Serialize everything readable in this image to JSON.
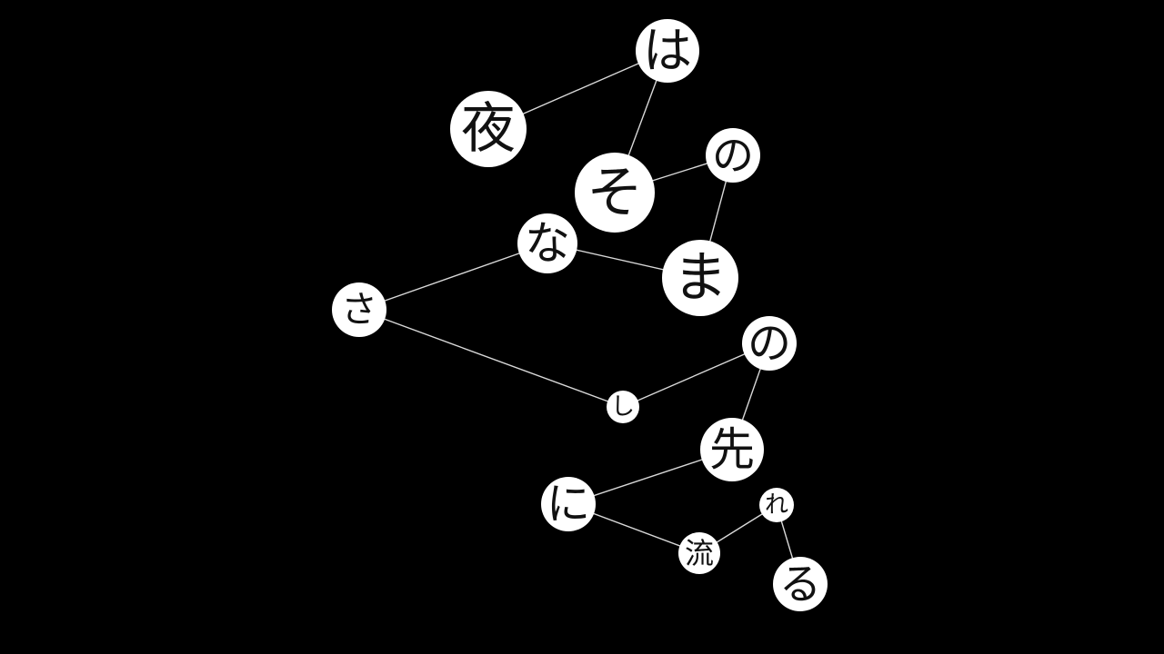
{
  "colors": {
    "background": "#000000",
    "node_fill": "#ffffff",
    "glyph": "#111111",
    "link": "#d8d8d8"
  },
  "nodes": [
    {
      "char": "は"
    },
    {
      "char": "夜"
    },
    {
      "char": "そ"
    },
    {
      "char": "の"
    },
    {
      "char": "な"
    },
    {
      "char": "ま"
    },
    {
      "char": "さ"
    },
    {
      "char": "の"
    },
    {
      "char": "し"
    },
    {
      "char": "先"
    },
    {
      "char": "に"
    },
    {
      "char": "れ"
    },
    {
      "char": "流"
    },
    {
      "char": "る"
    }
  ]
}
